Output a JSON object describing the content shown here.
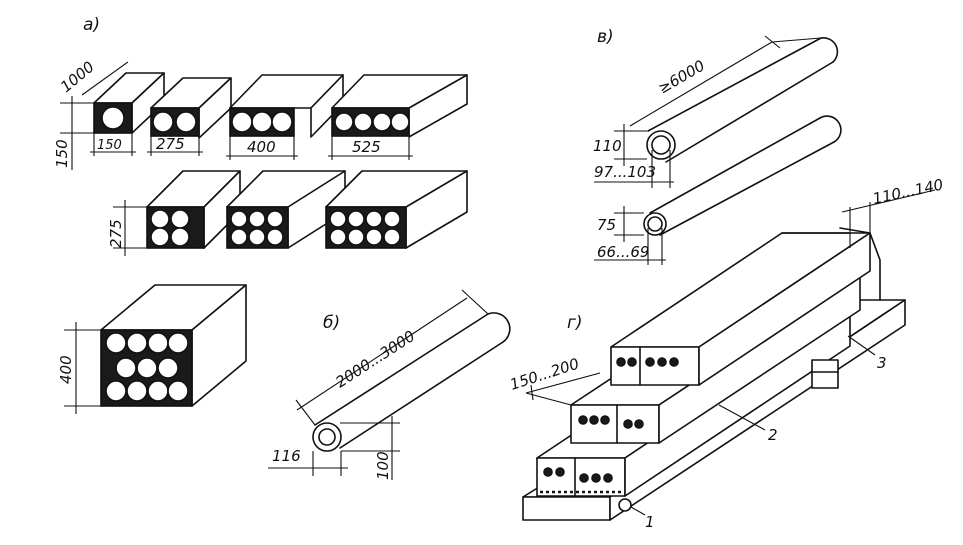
{
  "labels": {
    "a": "а)",
    "b": "б)",
    "v": "в)",
    "g": "г)"
  },
  "dims_a": {
    "width": "1000",
    "height": "150",
    "block1": "150",
    "block2": "275",
    "block3": "400",
    "block4": "525",
    "height2": "275",
    "height3": "400"
  },
  "dims_b": {
    "length": "2000...3000",
    "diameter": "116",
    "height": "100"
  },
  "dims_v": {
    "length": "≥6000",
    "outer1": "110",
    "inner1": "97...103",
    "outer2": "75",
    "inner2": "66...69"
  },
  "dims_g": {
    "width": "150...200",
    "gap": "110...140",
    "callout1": "1",
    "callout2": "2",
    "callout3": "3"
  }
}
